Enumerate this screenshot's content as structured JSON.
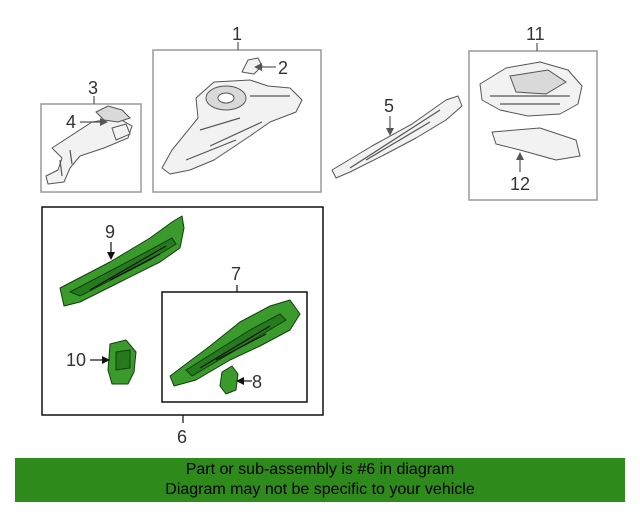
{
  "callouts": {
    "c1": "1",
    "c2": "2",
    "c3": "3",
    "c4": "4",
    "c5": "5",
    "c6": "6",
    "c7": "7",
    "c8": "8",
    "c9": "9",
    "c10": "10",
    "c11": "11",
    "c12": "12"
  },
  "banner": {
    "line1": "Part or sub-assembly is #6 in diagram",
    "line2": "Diagram may not be specific to your vehicle"
  },
  "colors": {
    "highlight": "#3a9a2c",
    "banner": "#2f8a1c",
    "outline": "#555555"
  }
}
